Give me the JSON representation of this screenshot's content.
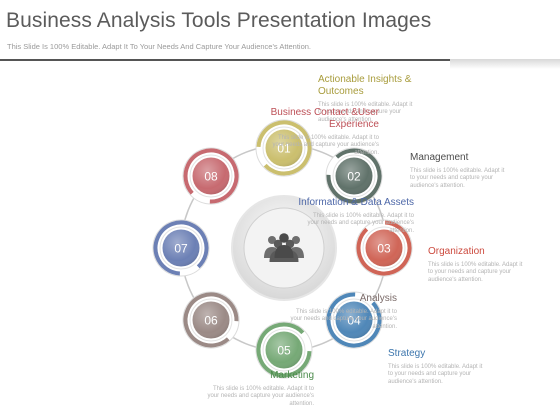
{
  "title": "Business Analysis Tools Presentation Images",
  "subtitle": "This Slide Is 100% Editable. Adapt It To Your Needs And Capture Your Audience's Attention.",
  "center_icon": "people-group-icon",
  "description": "This slide is 100% editable. Adapt it to your needs and capture your audience's attention.",
  "steps": [
    {
      "number": "01",
      "label": "Actionable Insights & Outcomes",
      "color": "#cbbf6e"
    },
    {
      "number": "02",
      "label": "Management",
      "color": "#60726a"
    },
    {
      "number": "03",
      "label": "Organization",
      "color": "#d06557"
    },
    {
      "number": "04",
      "label": "Strategy",
      "color": "#4f87b8"
    },
    {
      "number": "05",
      "label": "Marketing",
      "color": "#76a976"
    },
    {
      "number": "06",
      "label": "Analysis",
      "color": "#9b8a86"
    },
    {
      "number": "07",
      "label": "Information & Data Assets",
      "color": "#6c80b5"
    },
    {
      "number": "08",
      "label": "Business Contact &User Experience",
      "color": "#c76a70"
    }
  ],
  "label_colors": {
    "01": "#a89c3c",
    "02": "#4c4c4c",
    "03": "#cc4a3e",
    "04": "#3d76ad",
    "05": "#4b8b4b",
    "06": "#7a6a68",
    "07": "#4e68a8",
    "08": "#bd4f56"
  }
}
